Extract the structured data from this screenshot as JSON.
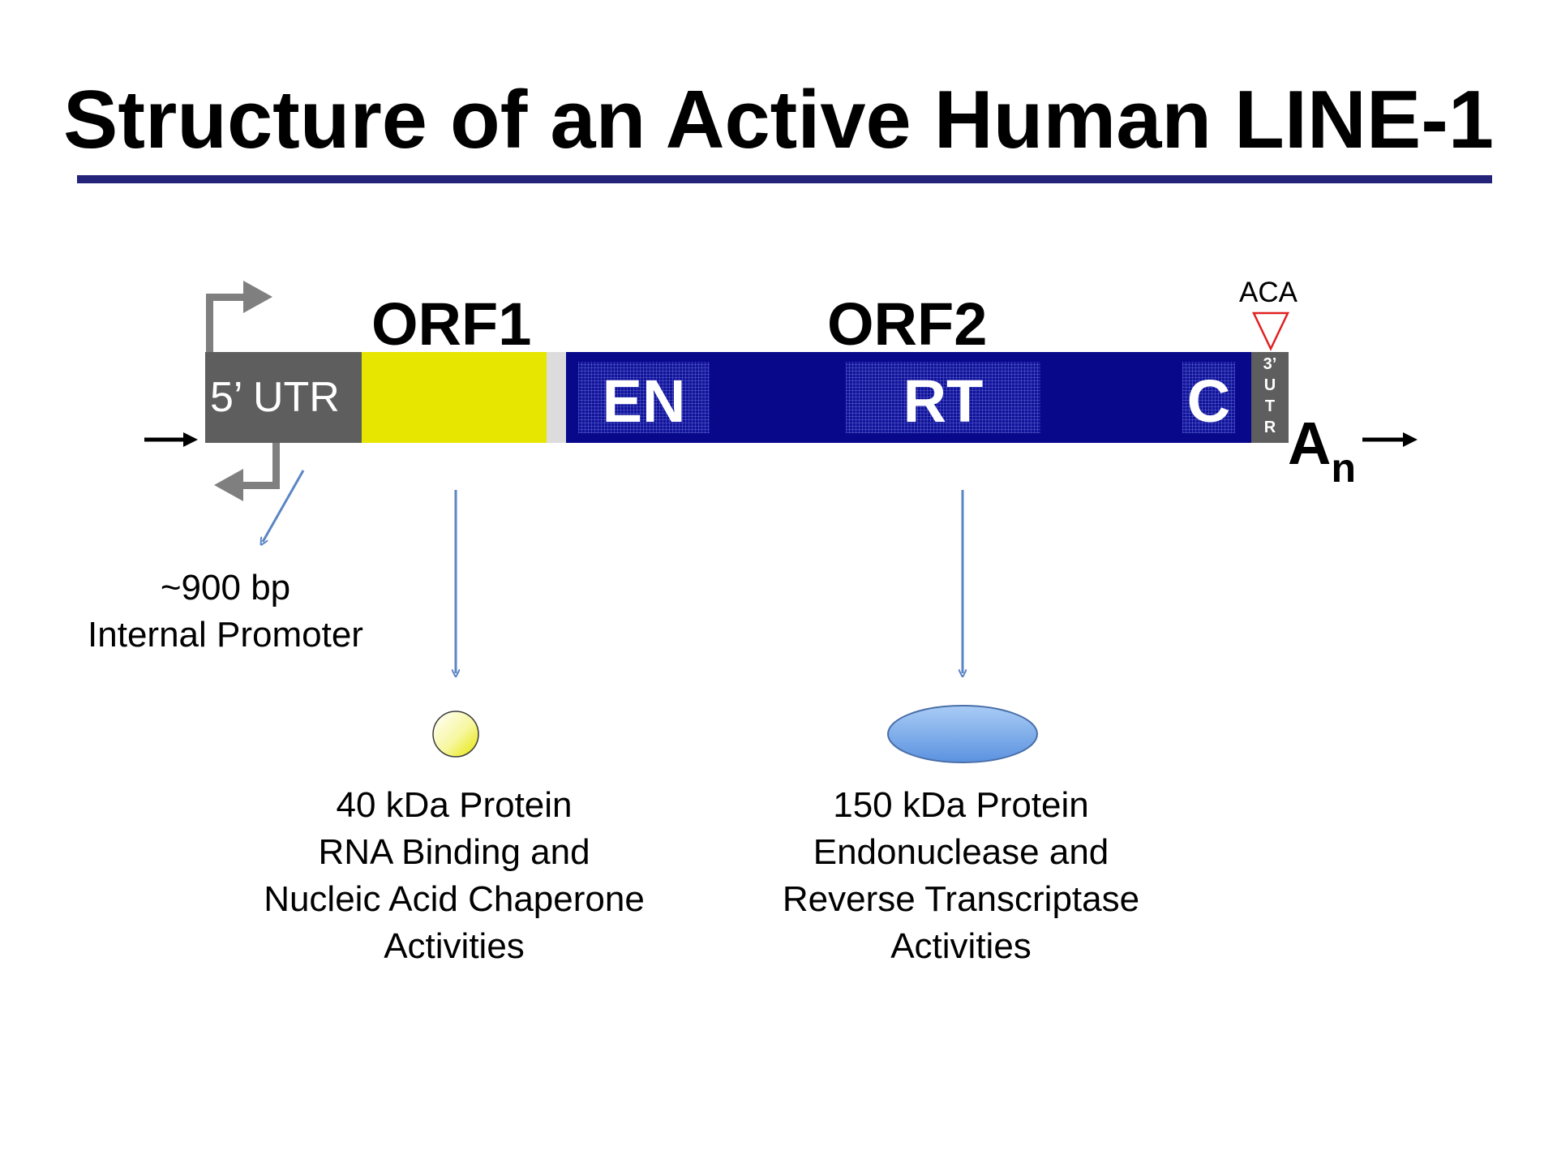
{
  "title": "Structure of an Active Human LINE-1",
  "colors": {
    "title_rule": "#23237a",
    "utr": "#5e5e5e",
    "orf1": "#e6e600",
    "orf2": "#08088a",
    "arrow_blue": "#5b86c4",
    "promoter_arrow": "#7f7f7f",
    "aca_triangle": "#e02020"
  },
  "element": {
    "orf1_label": "ORF1",
    "orf2_label": "ORF2",
    "utr5_label": "5’ UTR",
    "domains": {
      "en": "EN",
      "rt": "RT",
      "c": "C"
    },
    "utr3_letters": [
      "3’",
      "U",
      "T",
      "R"
    ],
    "aca_label": "ACA",
    "polya_base": "A",
    "polya_sub": "n"
  },
  "promoter": {
    "line1": "~900 bp",
    "line2": "Internal Promoter"
  },
  "orf1_protein": {
    "lines": [
      "40 kDa Protein",
      "RNA Binding and",
      "Nucleic Acid Chaperone",
      "Activities"
    ]
  },
  "orf2_protein": {
    "lines": [
      "150 kDa Protein",
      "Endonuclease and",
      "Reverse Transcriptase",
      "Activities"
    ]
  }
}
